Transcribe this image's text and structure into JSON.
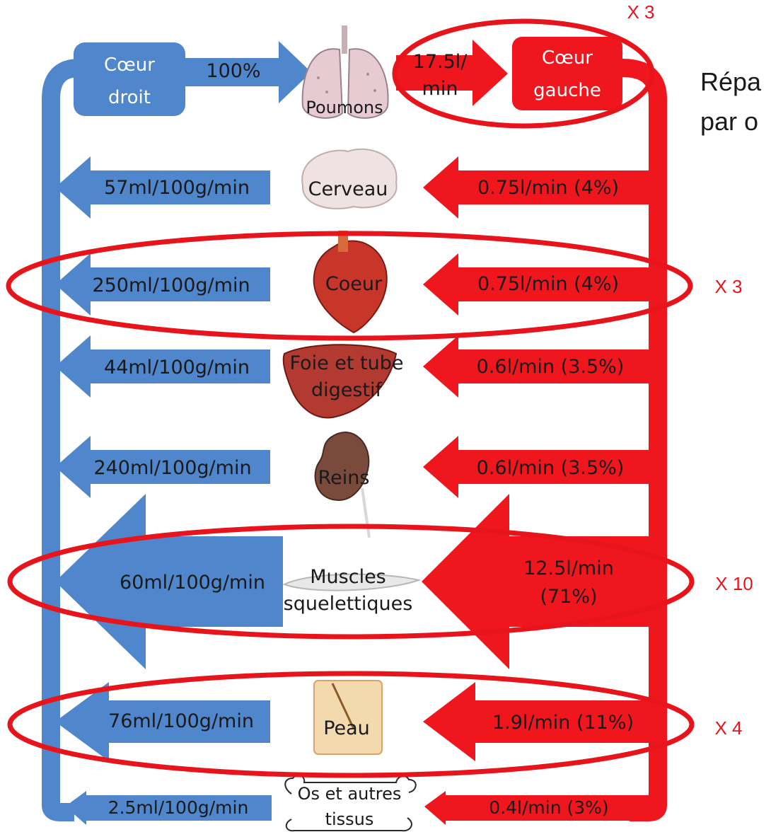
{
  "top": {
    "coeur_droit": [
      "Cœur",
      "droit"
    ],
    "pct_100": "100%",
    "poumons": "Poumons",
    "flow_l1": "17.5l/",
    "flow_l2": "min",
    "coeur_gauche": [
      "Cœur",
      "gauche"
    ],
    "x3_top": "X 3"
  },
  "side_text": {
    "line1": "Répa",
    "line2": "par o"
  },
  "rows": [
    {
      "organ": "Cerveau",
      "organ2": "",
      "venous": "57ml/100g/min",
      "arterial": "0.75l/min (4%)",
      "arterial2": ""
    },
    {
      "organ": "Coeur",
      "organ2": "",
      "venous": "250ml/100g/min",
      "arterial": "0.75l/min (4%)",
      "arterial2": ""
    },
    {
      "organ": "Foie et tube",
      "organ2": "digestif",
      "venous": "44ml/100g/min",
      "arterial": "0.6l/min (3.5%)",
      "arterial2": ""
    },
    {
      "organ": "Reins",
      "organ2": "",
      "venous": "240ml/100g/min",
      "arterial": "0.6l/min (3.5%)",
      "arterial2": ""
    },
    {
      "organ": "Muscles",
      "organ2": "squelettiques",
      "venous": "60ml/100g/min",
      "arterial": "12.5l/min",
      "arterial2": "(71%)"
    },
    {
      "organ": "Peau",
      "organ2": "",
      "venous": "76ml/100g/min",
      "arterial": "1.9l/min (11%)",
      "arterial2": ""
    },
    {
      "organ": "Os et autres",
      "organ2": "tissus",
      "venous": "2.5ml/100g/min",
      "arterial": "0.4l/min (3%)",
      "arterial2": ""
    }
  ],
  "multipliers": {
    "coeur": "X 3",
    "muscles": "X 10",
    "peau": "X 4"
  },
  "colors": {
    "venous": "#4f86cc",
    "arterial": "#f0161e",
    "highlight": "#e8141c"
  }
}
